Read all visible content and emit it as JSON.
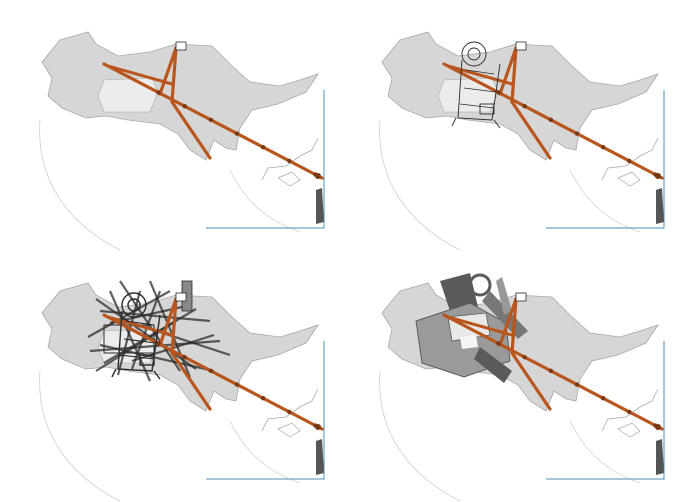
{
  "figure": {
    "panels": [
      {
        "id": "site-axes",
        "stage": 1
      },
      {
        "id": "axes-with-machine",
        "stage": 2
      },
      {
        "id": "layered-sketch",
        "stage": 3
      },
      {
        "id": "massing-model",
        "stage": 4
      }
    ]
  },
  "colors": {
    "landmass": "#d6d6d6",
    "outline": "#a8a8a8",
    "axis_orange": "#b8561e",
    "axis_orange_dark": "#7a3812",
    "building": "#9a9a9a",
    "building_dark": "#5a5a5a",
    "sketch_line": "#2b2b2b",
    "blue_frame": "#4a8fb5",
    "faint": "#cfcfcf"
  }
}
